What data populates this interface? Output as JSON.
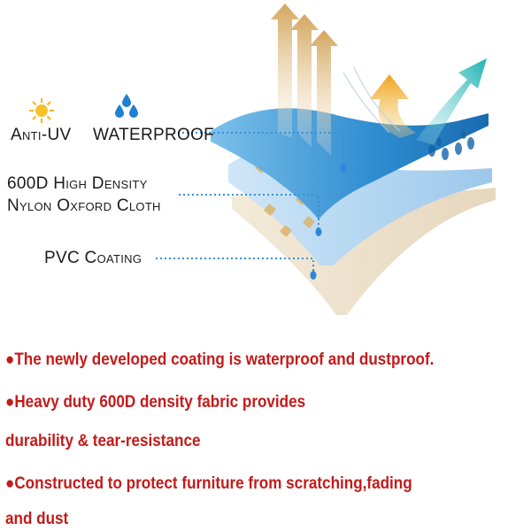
{
  "labels": {
    "anti_uv": "Anti-UV",
    "waterproof": "WATERPROOF",
    "nylon_line1": "600D High Density",
    "nylon_line2": "Nylon Oxford Cloth",
    "pvc": "PVC Coating"
  },
  "icons": {
    "sun": "sun-icon",
    "water_drops": "water-drops-icon"
  },
  "colors": {
    "bullet_text": "#c41a1a",
    "label_text": "#1a1a1a",
    "top_layer": "#2a86c4",
    "middle_layer": "#8fc0e8",
    "bottom_layer": "#e3d2b8",
    "arrow_tan": "#d9b27a",
    "arrow_orange": "#f0a81c",
    "arrow_teal": "#27b3b3",
    "sun": "#f5b41a",
    "drop": "#1e7fd6"
  },
  "bullets": [
    {
      "text": "●The newly developed coating is waterproof and dustproof."
    },
    {
      "text": "●Heavy duty 600D density fabric provides",
      "continuation": "durability & tear-resistance"
    },
    {
      "text": "●Constructed to protect furniture from scratching,fading",
      "continuation": "and dust"
    }
  ]
}
